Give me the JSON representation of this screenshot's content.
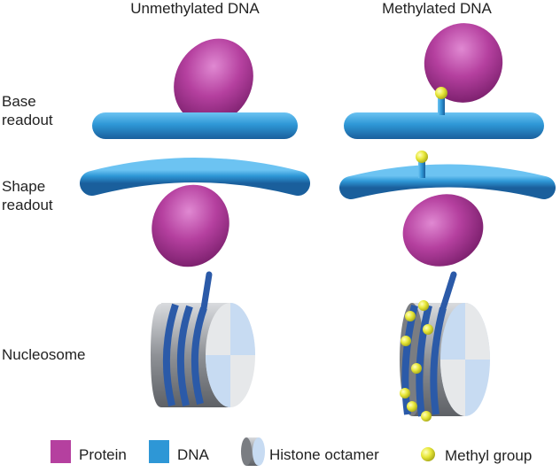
{
  "headers": {
    "unmethylated": "Unmethylated DNA",
    "methylated": "Methylated DNA"
  },
  "row_labels": {
    "base_readout": [
      "Base",
      "readout"
    ],
    "shape_readout": [
      "Shape",
      "readout"
    ],
    "nucleosome": "Nucleosome"
  },
  "legend": [
    {
      "label": "Protein",
      "color": "#b5409f"
    },
    {
      "label": "DNA",
      "color": "#2e97d6"
    },
    {
      "label": "Histone octamer",
      "color": "#a0a3a8"
    },
    {
      "label": "Methyl group",
      "color": "#e8e83a"
    }
  ],
  "colors": {
    "protein": "#b5409f",
    "dna": "#2e97d6",
    "dna_dark": "#2b5aa8",
    "histone_side": "#8e9196",
    "histone_face": "#c7dbf2",
    "methyl": "#e8e83a"
  }
}
